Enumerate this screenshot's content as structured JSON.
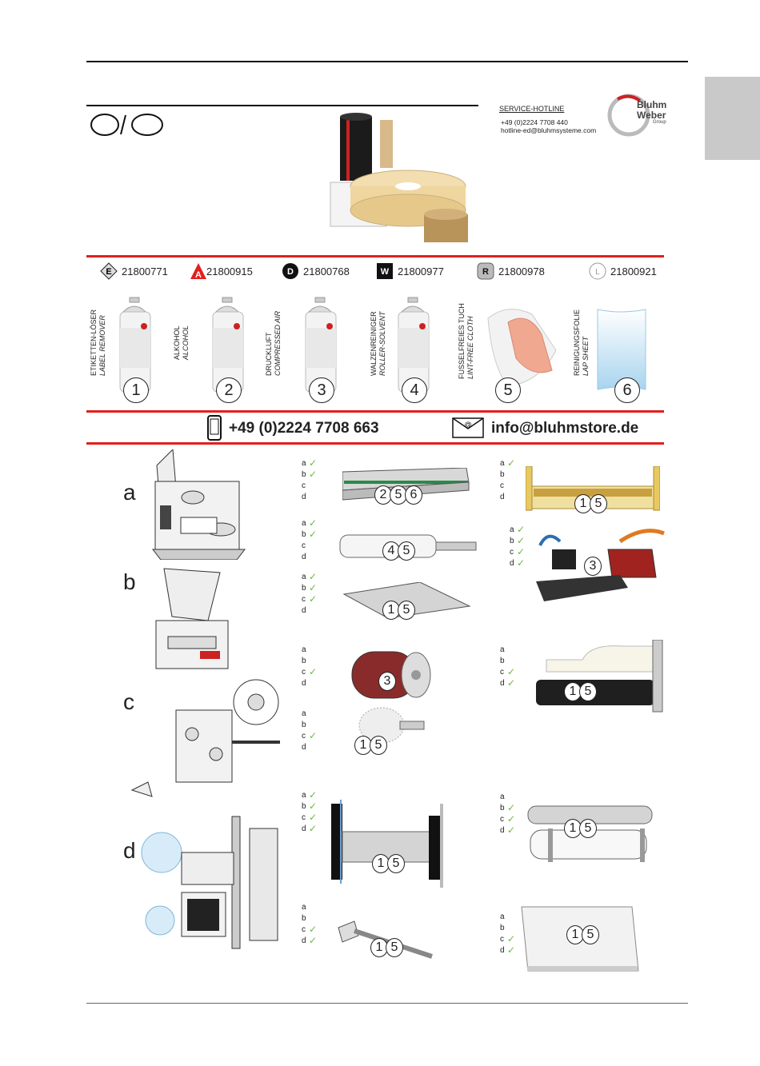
{
  "hotline": {
    "title": "SERVICE-HOTLINE",
    "phone": "+49 (0)2224 7708 440",
    "email": "hotline-ed@bluhmsysteme.com"
  },
  "logo": {
    "line1": "Bluhm",
    "line2": "Weber",
    "line3": "Group"
  },
  "products": [
    {
      "letter": "E",
      "code": "21800771"
    },
    {
      "letter": "A",
      "code": "21800915"
    },
    {
      "letter": "D",
      "code": "21800768"
    },
    {
      "letter": "W",
      "code": "21800977"
    },
    {
      "letter": "R",
      "code": "21800978"
    },
    {
      "letter": "L",
      "code": "21800921"
    }
  ],
  "cleaners": [
    {
      "num": "1",
      "de": "ETIKETTEN-LÖSER",
      "en": "LABEL REMOVER"
    },
    {
      "num": "2",
      "de": "ALKOHOL",
      "en": "ALCOHOL"
    },
    {
      "num": "3",
      "de": "DRUCKLUFT",
      "en": "COMPRESSED AIR"
    },
    {
      "num": "4",
      "de": "WALZENREINIGER",
      "en": "ROLLER-SOLVENT"
    },
    {
      "num": "5",
      "de": "FUSSELFREIES TUCH",
      "en": "LINT-FREE CLOTH"
    },
    {
      "num": "6",
      "de": "REINIGUNGSFOLIE",
      "en": "LAP SHEET"
    }
  ],
  "contact": {
    "phone": "+49 (0)2224 7708 663",
    "email": "info@bluhmstore.de"
  },
  "machines": [
    "a",
    "b",
    "c",
    "d"
  ],
  "abcd_labels": [
    "a",
    "b",
    "c",
    "d"
  ],
  "parts": [
    {
      "id": "printhead",
      "nums": [
        "2",
        "5",
        "6"
      ],
      "checks": [
        true,
        true,
        false,
        false
      ]
    },
    {
      "id": "print-roller",
      "nums": [
        "4",
        "5"
      ],
      "checks": [
        true,
        true,
        false,
        false
      ]
    },
    {
      "id": "peel-plate",
      "nums": [
        "1",
        "5"
      ],
      "checks": [
        true,
        true,
        true,
        false
      ]
    },
    {
      "id": "brush-roller",
      "nums": [
        "3"
      ],
      "checks": [
        false,
        false,
        true,
        false
      ]
    },
    {
      "id": "brush",
      "nums": [
        "1",
        "5"
      ],
      "checks": [
        false,
        false,
        true,
        false
      ]
    },
    {
      "id": "unwinder-hub",
      "nums": [
        "1",
        "5"
      ],
      "checks": [
        true,
        true,
        true,
        true
      ]
    },
    {
      "id": "guide-pin",
      "nums": [
        "1",
        "5"
      ],
      "checks": [
        false,
        false,
        true,
        true
      ]
    },
    {
      "id": "label-brake",
      "nums": [
        "1",
        "5"
      ],
      "checks": [
        true,
        false,
        false,
        false
      ]
    },
    {
      "id": "sensor",
      "nums": [
        "3"
      ],
      "checks": [
        true,
        true,
        true,
        true
      ]
    },
    {
      "id": "dispensing-edge",
      "nums": [
        "1",
        "5"
      ],
      "checks": [
        false,
        false,
        true,
        true
      ]
    },
    {
      "id": "guide-rollers",
      "nums": [
        "1",
        "5"
      ],
      "checks": [
        false,
        true,
        true,
        true
      ]
    },
    {
      "id": "vacuum-plate",
      "nums": [
        "1",
        "5"
      ],
      "checks": [
        false,
        false,
        true,
        true
      ]
    }
  ]
}
